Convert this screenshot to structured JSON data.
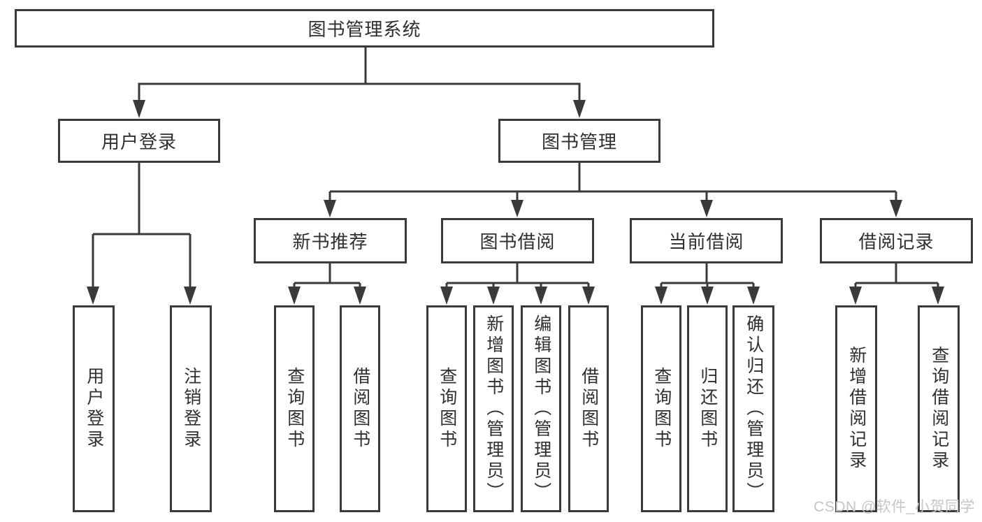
{
  "tree": {
    "root": "图书管理系统",
    "branches": [
      {
        "label": "用户登录",
        "children": [
          "用户登录",
          "注销登录"
        ]
      },
      {
        "label": "图书管理",
        "sections": [
          {
            "label": "新书推荐",
            "children": [
              "查询图书",
              "借阅图书"
            ]
          },
          {
            "label": "图书借阅",
            "children": [
              "查询图书",
              "新增图书（管理员）",
              "编辑图书（管理员）",
              "借阅图书"
            ]
          },
          {
            "label": "当前借阅",
            "children": [
              "查询图书",
              "归还图书",
              "确认归还（管理员）"
            ]
          },
          {
            "label": "借阅记录",
            "children": [
              "新增借阅记录",
              "查询借阅记录"
            ]
          }
        ]
      }
    ]
  },
  "watermark": "CSDN @软件_小贺同学",
  "colors": {
    "line": "#3a3a3a",
    "text": "#2f2f2f",
    "watermark": "#c6c6c6",
    "background": "#ffffff"
  }
}
